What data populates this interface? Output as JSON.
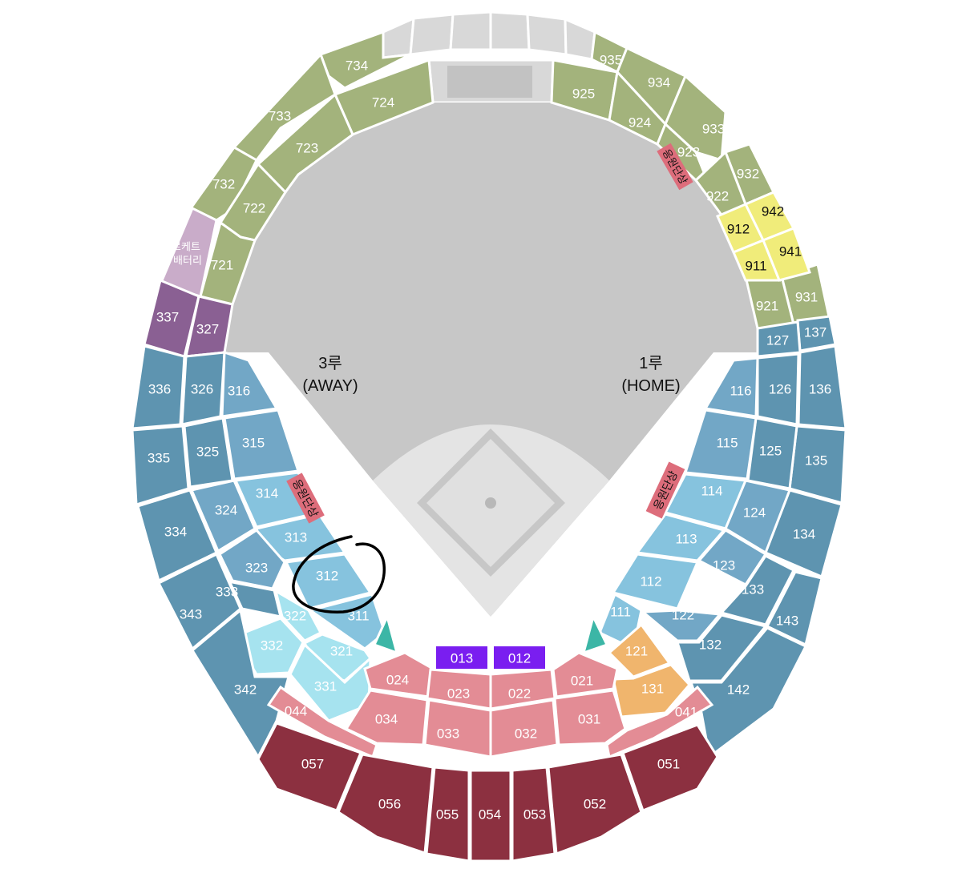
{
  "colors": {
    "outfield_green": "#a3b37c",
    "gray_deck": "#d8d8d8",
    "field_gray": "#c7c7c7",
    "infield_light": "#e4e4e4",
    "blue_dark": "#5e94b0",
    "blue_mid": "#72a7c6",
    "blue_light": "#86c3de",
    "cyan_light": "#a6e3ef",
    "purple": "#8a6093",
    "lilac": "#c9acc9",
    "yellow": "#f0ec7a",
    "orange": "#f0b56d",
    "pink": "#e38c95",
    "pink_badge": "#dd6d7b",
    "maroon": "#8c3040",
    "violet": "#7a1ef0",
    "teal": "#3cb6a6",
    "annotation_ink": "#000000"
  },
  "bases": {
    "third_title": "3루",
    "third_sub": "(AWAY)",
    "first_title": "1루",
    "first_sub": "(HOME)"
  },
  "badges": {
    "cheer_top": "응원단상",
    "cheer_left": "응원단상",
    "cheer_right": "응원단상",
    "rocket_line1": "로케트",
    "rocket_line2": "배터리"
  },
  "sections": {
    "s734": "734",
    "s724": "724",
    "s733": "733",
    "s723": "723",
    "s732": "732",
    "s722": "722",
    "s721": "721",
    "s935": "935",
    "s925": "925",
    "s934": "934",
    "s924": "924",
    "s933": "933",
    "s923": "923",
    "s932": "932",
    "s922": "922",
    "s931": "931",
    "s921": "921",
    "s942": "942",
    "s912": "912",
    "s941": "941",
    "s911": "911",
    "s337": "337",
    "s327": "327",
    "s336": "336",
    "s326": "326",
    "s316": "316",
    "s335": "335",
    "s325": "325",
    "s315": "315",
    "s334": "334",
    "s324": "324",
    "s314": "314",
    "s313": "313",
    "s323": "323",
    "s312": "312",
    "s333": "333",
    "s311": "311",
    "s343": "343",
    "s322": "322",
    "s332": "332",
    "s321": "321",
    "s331": "331",
    "s342": "342",
    "s137": "137",
    "s127": "127",
    "s136": "136",
    "s126": "126",
    "s116": "116",
    "s135": "135",
    "s125": "125",
    "s115": "115",
    "s134": "134",
    "s124": "124",
    "s114": "114",
    "s113": "113",
    "s133": "133",
    "s123": "123",
    "s112": "112",
    "s143": "143",
    "s122": "122",
    "s111": "111",
    "s132": "132",
    "s142": "142",
    "s121": "121",
    "s131": "131",
    "s041": "041",
    "s013": "013",
    "s012": "012",
    "s024": "024",
    "s023": "023",
    "s022": "022",
    "s021": "021",
    "s044": "044",
    "s034": "034",
    "s033": "033",
    "s032": "032",
    "s031": "031",
    "s057": "057",
    "s056": "056",
    "s055": "055",
    "s054": "054",
    "s053": "053",
    "s052": "052",
    "s051": "051"
  }
}
